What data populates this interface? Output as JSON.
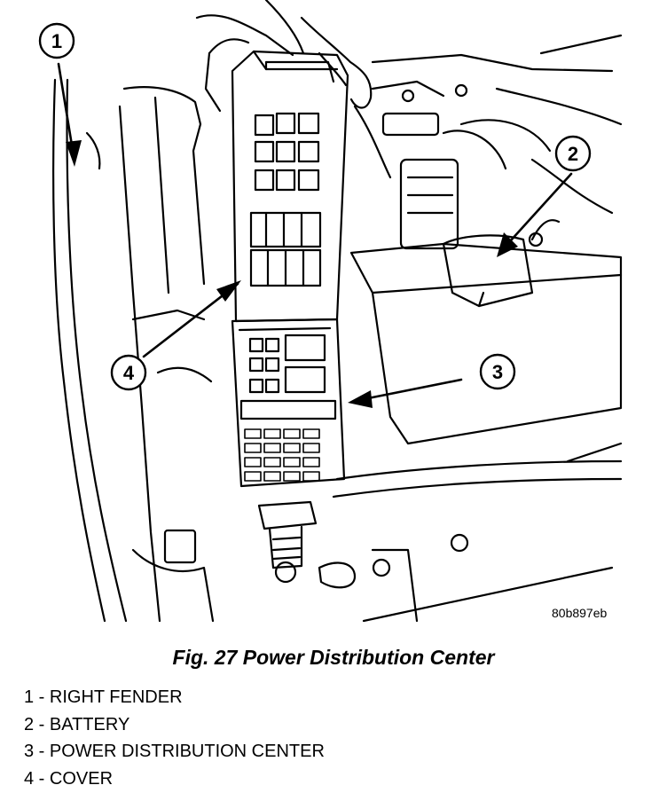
{
  "figure": {
    "caption": "Fig. 27 Power Distribution Center",
    "code": "80b897eb"
  },
  "callouts": [
    {
      "number": "1"
    },
    {
      "number": "2"
    },
    {
      "number": "3"
    },
    {
      "number": "4"
    }
  ],
  "legend": [
    {
      "text": "1 - RIGHT FENDER"
    },
    {
      "text": "2 - BATTERY"
    },
    {
      "text": "3 - POWER DISTRIBUTION CENTER"
    },
    {
      "text": "4 - COVER"
    }
  ],
  "colors": {
    "line": "#000000",
    "background": "#ffffff"
  }
}
